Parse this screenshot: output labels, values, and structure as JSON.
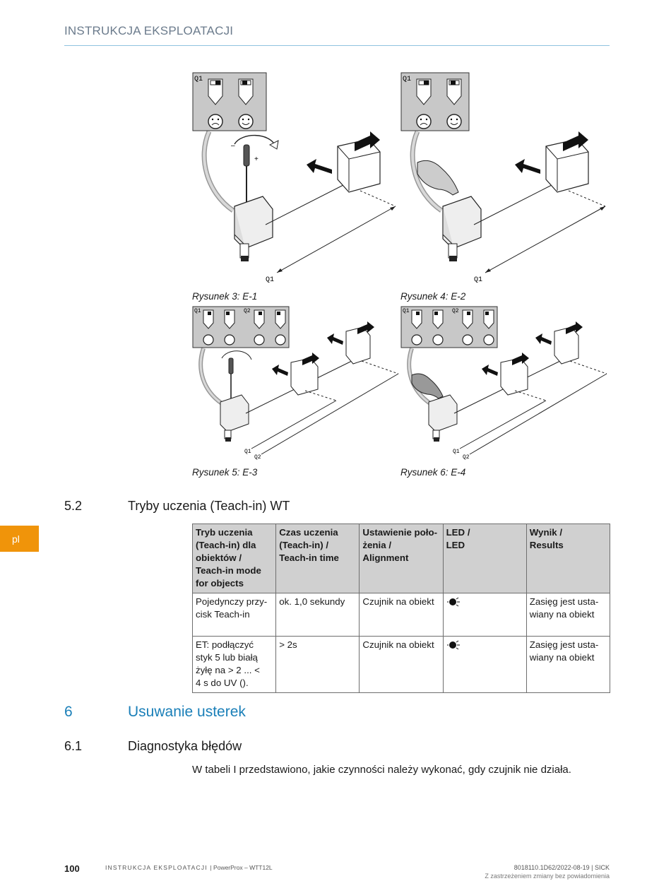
{
  "header": {
    "title": "INSTRUKCJA EKSPLOATACJI"
  },
  "figures": [
    {
      "caption": "Rysunek 3: E-1",
      "panel_label_1": "Q1",
      "axis_label_1": "Q1"
    },
    {
      "caption": "Rysunek 4: E-2",
      "panel_label_1": "Q1",
      "axis_label_1": "Q1"
    },
    {
      "caption": "Rysunek 5: E-3",
      "panel_label_1": "Q1",
      "panel_label_2": "Q2",
      "axis_label_1": "Q1",
      "axis_label_2": "Q2"
    },
    {
      "caption": "Rysunek 6: E-4",
      "panel_label_1": "Q1",
      "panel_label_2": "Q2",
      "axis_label_1": "Q1",
      "axis_label_2": "Q2"
    }
  ],
  "side_tab": {
    "label": "pl"
  },
  "section_5_2": {
    "number": "5.2",
    "title": "Tryby uczenia (Teach-in) WT"
  },
  "table": {
    "headers": [
      "Tryb uczenia (Teach-in) dla obiektów / Teach-in mode for objects",
      "Czas uczenia (Teach-in) / Teach-in time",
      "Ustawienie położenia / Alignment",
      "LED / LED",
      "Wynik / Results"
    ],
    "header_lines": [
      [
        "Tryb uczenia",
        "(Teach-in) dla",
        "obiektów /",
        "Teach-in mode",
        "for objects"
      ],
      [
        "Czas uczenia",
        "(Teach-in) /",
        "Teach-in time"
      ],
      [
        "Ustawienie poło-",
        "żenia /",
        "Alignment"
      ],
      [
        "LED /",
        "LED"
      ],
      [
        "Wynik /",
        "Results"
      ]
    ],
    "rows": [
      {
        "mode_lines": [
          "Pojedynczy przy-",
          "cisk Teach-in"
        ],
        "time": "ok. 1,0 sekundy",
        "alignment": "Czujnik na obiekt",
        "led_icon": "led-flashing-icon",
        "result_lines": [
          "Zasięg jest usta-",
          "wiany na obiekt"
        ]
      },
      {
        "mode_lines": [
          "ET: podłączyć",
          "styk 5 lub białą",
          "żyłę na > 2 ... <",
          "4 s do UV ()."
        ],
        "time": "> 2s",
        "alignment": "Czujnik na obiekt",
        "led_icon": "led-flashing-icon",
        "result_lines": [
          "Zasięg jest usta-",
          "wiany na obiekt"
        ]
      }
    ]
  },
  "section_6": {
    "number": "6",
    "title": "Usuwanie usterek"
  },
  "section_6_1": {
    "number": "6.1",
    "title": "Diagnostyka błędów"
  },
  "body_text": "W tabeli I przedstawiono, jakie czynności należy wykonać, gdy czujnik nie działa.",
  "footer": {
    "page_number": "100",
    "doc_title": "INSTRUKCJA EKSPLOATACJI",
    "product": "PowerProx – WTT12L",
    "doc_id": "8018110.1D62/2022-08-19 | SICK",
    "notice": "Z zastrzeżeniem zmiany bez powiadomienia"
  },
  "colors": {
    "accent_blue": "#1a7fb8",
    "tab_orange": "#f0940a",
    "panel_gray": "#c8c8c8",
    "header_gray": "#d0d0d0"
  }
}
